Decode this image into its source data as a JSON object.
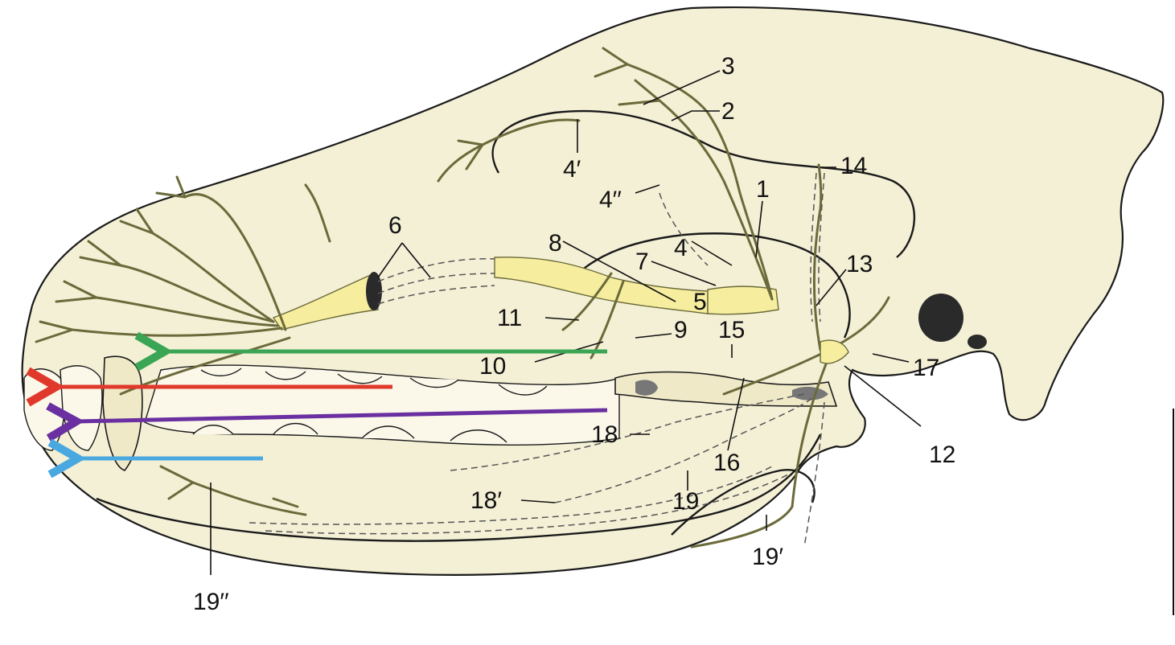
{
  "labels": {
    "l1": "1",
    "l2": "2",
    "l3": "3",
    "l4": "4",
    "l4p": "4′",
    "l4pp": "4′′",
    "l5": "5",
    "l6": "6",
    "l7": "7",
    "l8": "8",
    "l9": "9",
    "l10": "10",
    "l11": "11",
    "l12": "12",
    "l13": "13",
    "l14": "14",
    "l15": "15",
    "l16": "16",
    "l17": "17",
    "l18": "18",
    "l18p": "18′",
    "l19": "19",
    "l19p": "19′",
    "l19pp": "19′′"
  },
  "colors": {
    "bone": "#f4f0d6",
    "nerve": "#f6ed9e",
    "arrow_green": "#3aa655",
    "arrow_red": "#e0392b",
    "arrow_purple": "#6a2fa0",
    "arrow_blue": "#4aa8e0"
  },
  "arrows": [
    "arrow_green",
    "arrow_red",
    "arrow_purple",
    "arrow_blue"
  ]
}
